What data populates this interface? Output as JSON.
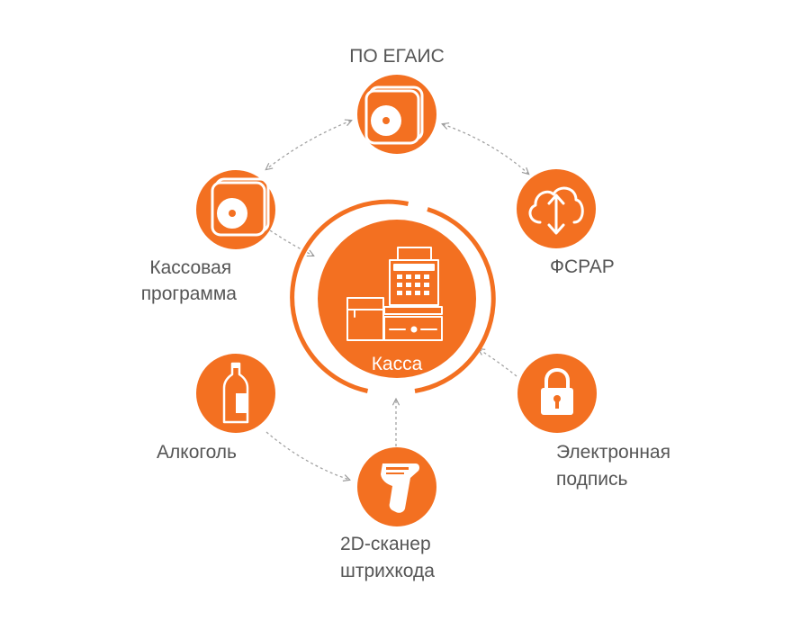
{
  "colors": {
    "accent": "#F37021",
    "text": "#555555",
    "connector": "#999999",
    "background": "#FFFFFF"
  },
  "center": {
    "label": "Касса",
    "icon": "cash-register-icon"
  },
  "nodes": {
    "egais": {
      "label_lines": [
        "ПО ЕГАИС"
      ],
      "icon": "disc-icon"
    },
    "fsrar": {
      "label_lines": [
        "ФСРАР"
      ],
      "icon": "cloud-sync-icon"
    },
    "cash_program": {
      "label_lines": [
        "Кассовая",
        "программа"
      ],
      "icon": "disc-icon"
    },
    "alcohol": {
      "label_lines": [
        "Алкоголь"
      ],
      "icon": "bottle-icon"
    },
    "scanner": {
      "label_lines": [
        "2D-сканер",
        "штрихкода"
      ],
      "icon": "barcode-scanner-icon"
    },
    "signature": {
      "label_lines": [
        "Электронная",
        "подпись"
      ],
      "icon": "padlock-icon"
    }
  },
  "connections": [
    {
      "from": "egais",
      "to": "cash_program",
      "style": "bidirectional"
    },
    {
      "from": "egais",
      "to": "fsrar",
      "style": "bidirectional"
    },
    {
      "from": "cash_program",
      "to": "center",
      "style": "directed"
    },
    {
      "from": "alcohol",
      "to": "scanner",
      "style": "directed"
    },
    {
      "from": "scanner",
      "to": "center",
      "style": "directed"
    },
    {
      "from": "signature",
      "to": "center",
      "style": "directed"
    }
  ]
}
